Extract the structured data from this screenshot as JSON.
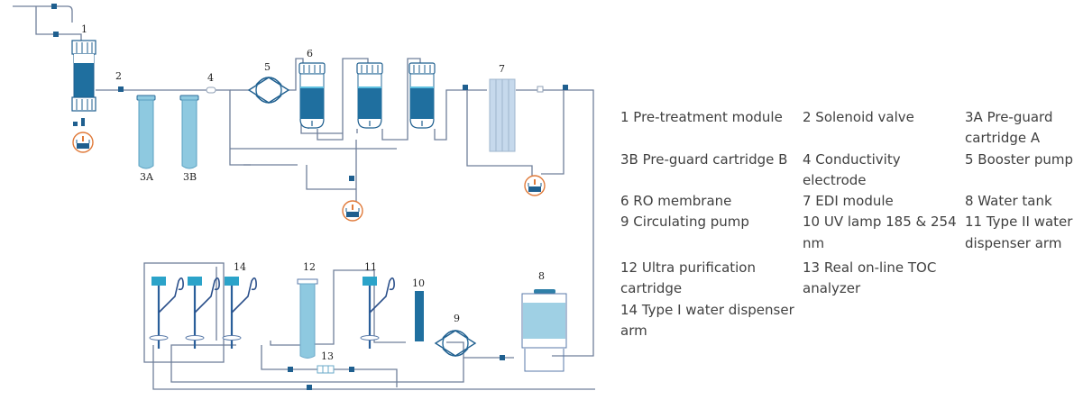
{
  "diagram": {
    "title": "Water purification system schematic",
    "component_labels": {
      "c1": "1",
      "c2": "2",
      "c3a": "3A",
      "c3b": "3B",
      "c4": "4",
      "c5": "5",
      "c6": "6",
      "c7": "7",
      "c8": "8",
      "c9": "9",
      "c10": "10",
      "c11": "11",
      "c12": "12",
      "c13": "13",
      "c14": "14"
    },
    "colors": {
      "pipe": "#6f7f9a",
      "dark_blue": "#1f5f8f",
      "cartridge_light": "#8ec9e0",
      "drain_ring": "#e07a3a",
      "tank_fill": "#9fd0e4",
      "dispenser_cap": "#2ba3c9"
    }
  },
  "legend": {
    "rows": [
      [
        "1 Pre-treatment module",
        "2 Solenoid valve",
        "3A Pre-guard cartridge A"
      ],
      [
        "3B Pre-guard cartridge B",
        "4 Conductivity electrode",
        "5 Booster pump"
      ],
      [
        "6 RO membrane",
        "7 EDI module",
        "8 Water tank"
      ],
      [
        "9 Circulating pump",
        "10 UV lamp 185 & 254 nm",
        "11 Type II water dispenser arm"
      ],
      [
        "12 Ultra purification cartridge",
        "13 Real on-line TOC analyzer",
        ""
      ],
      [
        "14 Type I water dispenser arm",
        "",
        ""
      ]
    ]
  }
}
